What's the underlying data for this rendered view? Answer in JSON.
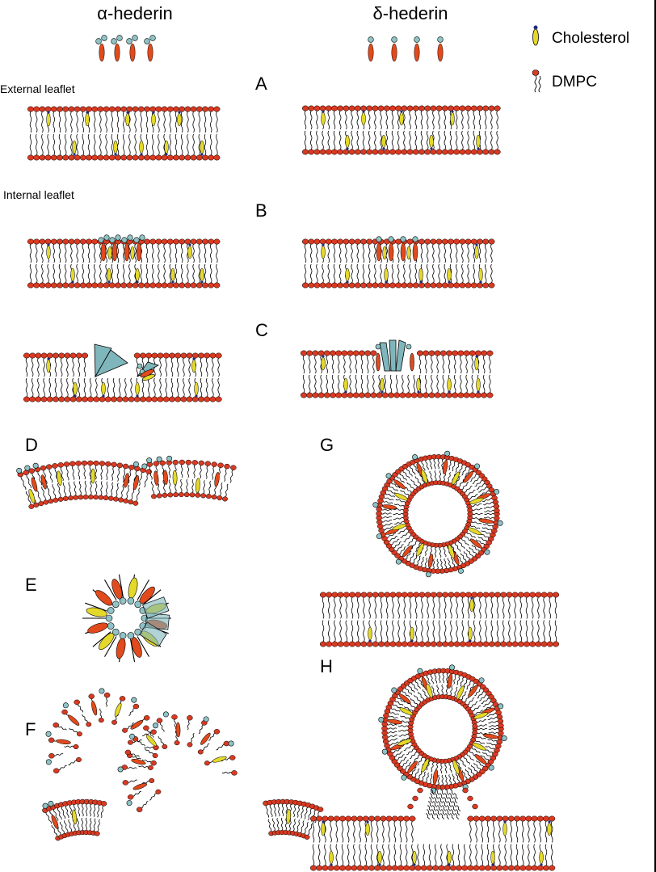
{
  "columns": {
    "left": "α-hederin",
    "right": "δ-hederin"
  },
  "legend": {
    "cholesterol": "Cholesterol",
    "dmpc": "DMPC"
  },
  "leaflets": {
    "external": "External leaflet",
    "internal": "Internal leaflet"
  },
  "panels": {
    "A": "A",
    "B": "B",
    "C": "C",
    "D": "D",
    "E": "E",
    "F": "F",
    "G": "G",
    "H": "H"
  },
  "colors": {
    "head": "#d83a22",
    "saponin": "#e14a1c",
    "sugar": "#8fc3c6",
    "cholesterol": "#e4d82a",
    "cone": "#7fb6bb",
    "tail": "#000000",
    "phosphate": "#1f2d7a"
  }
}
